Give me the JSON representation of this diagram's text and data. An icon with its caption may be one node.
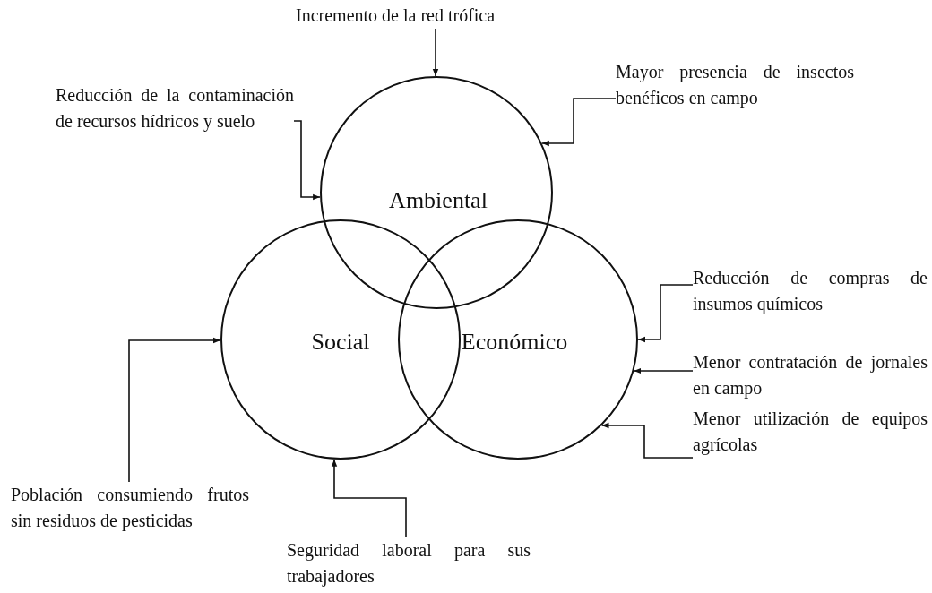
{
  "diagram": {
    "nodes": [
      {
        "text": [
          "Ambiental"
        ]
      },
      {
        "text": [
          "Social"
        ]
      },
      {
        "text": [
          "Económico"
        ]
      },
      {
        "text": [
          "Incremento de la red trófica"
        ]
      },
      {
        "text": [
          "Reducción de la contaminación de recursos hídricos y suelo"
        ]
      },
      {
        "text": [
          "Mayor presencia de insectos benéficos en campo"
        ]
      },
      {
        "text": [
          "Reducción de compras de insumos químicos"
        ]
      },
      {
        "text": [
          "Menor contratación de jornales en campo"
        ]
      },
      {
        "text": [
          "Menor utilización de equipos agrícolas"
        ]
      },
      {
        "text": [
          "Población consumiendo frutos sin residuos de pesticidas"
        ]
      },
      {
        "text": [
          "Seguridad laboral para sus trabajadores"
        ]
      }
    ],
    "edges": [
      {
        "from": 3,
        "to": 0,
        "arrow": "to"
      },
      {
        "from": 4,
        "to": 0,
        "arrow": "to"
      },
      {
        "from": 5,
        "to": 0,
        "arrow": "to"
      },
      {
        "from": 6,
        "to": 2,
        "arrow": "to"
      },
      {
        "from": 7,
        "to": 2,
        "arrow": "to"
      },
      {
        "from": 8,
        "to": 2,
        "arrow": "to"
      },
      {
        "from": 9,
        "to": 1,
        "arrow": "to"
      },
      {
        "from": 10,
        "to": 1,
        "arrow": "to"
      }
    ]
  }
}
